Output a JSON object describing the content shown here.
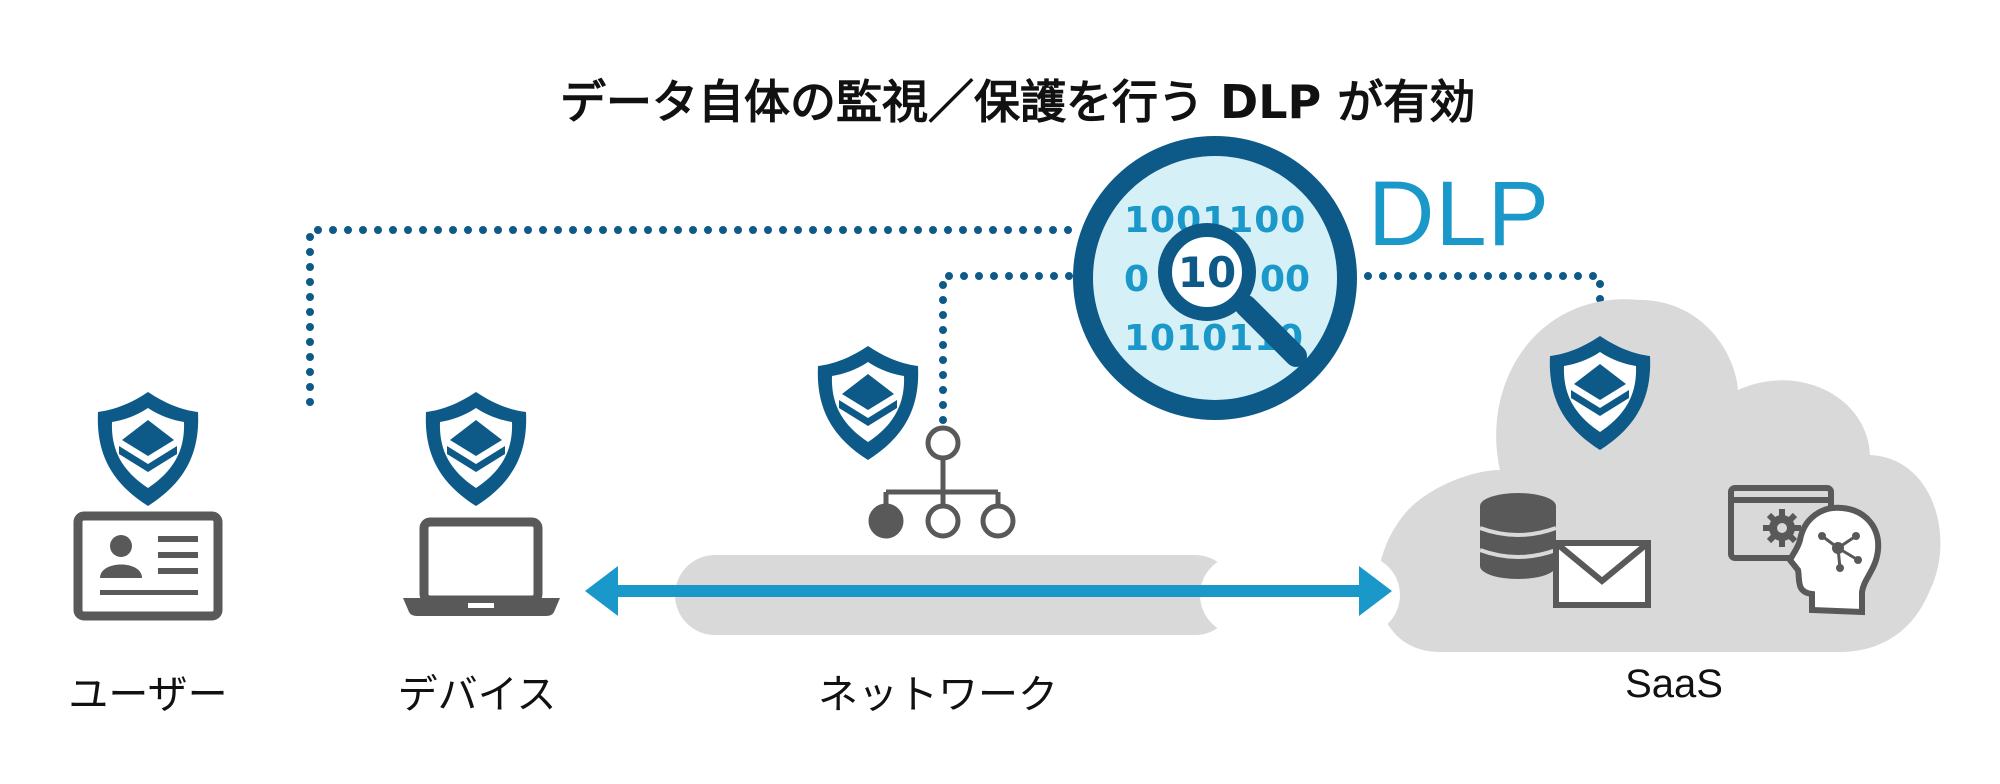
{
  "title": "データ自体の監視／保護を行う DLP が有効",
  "dlp_label": "DLP",
  "binary": {
    "row1": "1001100",
    "row2": "0",
    "row2_right": "00",
    "row3": "101011",
    "row3_right": "0",
    "center": "10"
  },
  "categories": {
    "user": "ユーザー",
    "device": "デバイス",
    "network": "ネットワーク",
    "saas": "SaaS"
  },
  "colors": {
    "navy": "#0d5a88",
    "accent": "#1a98c9",
    "gray_icon": "#595959",
    "light_gray": "#d9d9d9",
    "lens_fill": "#d6f0f8"
  }
}
